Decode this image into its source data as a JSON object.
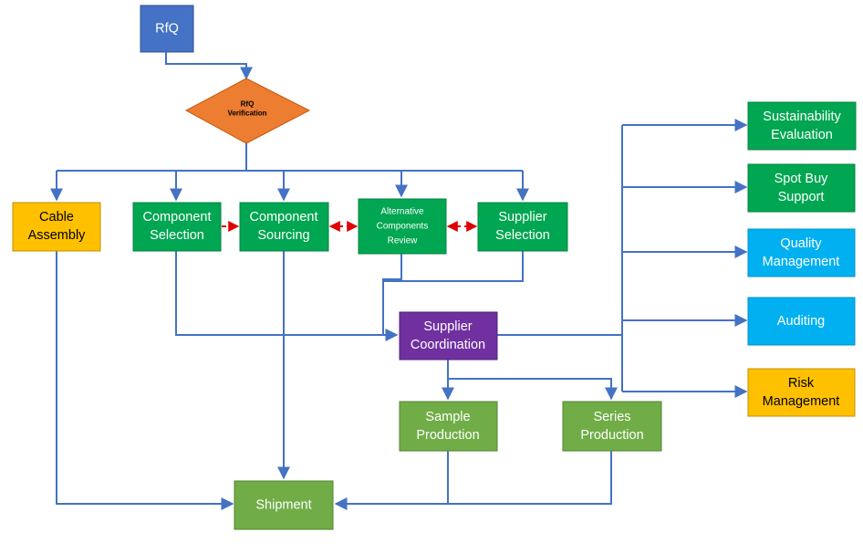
{
  "colors": {
    "blue": "#4472c4",
    "orange": "#ed7d31",
    "green": "#00a651",
    "light_green": "#70ad47",
    "sky_blue": "#00b0f0",
    "yellow": "#ffc000",
    "purple": "#7030a0",
    "connector": "#4472c4",
    "dashed_connector": "#e00000"
  },
  "nodes": {
    "rfq": {
      "lines": [
        "RfQ"
      ]
    },
    "rfq_verification": {
      "lines": [
        "RfQ",
        "Verification"
      ]
    },
    "cable_assembly": {
      "lines": [
        "Cable",
        "Assembly"
      ]
    },
    "component_selection": {
      "lines": [
        "Component",
        "Selection"
      ]
    },
    "component_sourcing": {
      "lines": [
        "Component",
        "Sourcing"
      ]
    },
    "alternative_components_review": {
      "lines": [
        "Alternative",
        "Components",
        "Review"
      ]
    },
    "supplier_selection": {
      "lines": [
        "Supplier",
        "Selection"
      ]
    },
    "supplier_coordination": {
      "lines": [
        "Supplier",
        "Coordination"
      ]
    },
    "sample_production": {
      "lines": [
        "Sample",
        "Production"
      ]
    },
    "series_production": {
      "lines": [
        "Series",
        "Production"
      ]
    },
    "shipment": {
      "lines": [
        "Shipment"
      ]
    },
    "sustainability_evaluation": {
      "lines": [
        "Sustainability",
        "Evaluation"
      ]
    },
    "spot_buy_support": {
      "lines": [
        "Spot Buy",
        "Support"
      ]
    },
    "quality_management": {
      "lines": [
        "Quality",
        "Management"
      ]
    },
    "auditing": {
      "lines": [
        "Auditing"
      ]
    },
    "risk_management": {
      "lines": [
        "Risk",
        "Management"
      ]
    }
  }
}
